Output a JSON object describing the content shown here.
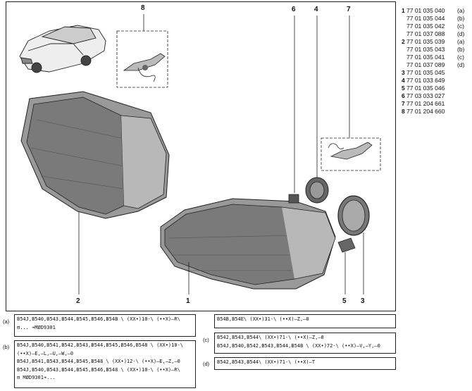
{
  "callouts": [
    "8",
    "6",
    "4",
    "7",
    "2",
    "1",
    "5",
    "3"
  ],
  "part_numbers": [
    {
      "index": "1",
      "number": "77 01 035 040",
      "variant": "(a)"
    },
    {
      "index": "",
      "number": "77 01 035 044",
      "variant": "(b)"
    },
    {
      "index": "",
      "number": "77 01 035 042",
      "variant": "(c)"
    },
    {
      "index": "",
      "number": "77 01 037 088",
      "variant": "(d)"
    },
    {
      "index": "2",
      "number": "77 01 035 039",
      "variant": "(a)"
    },
    {
      "index": "",
      "number": "77 01 035 043",
      "variant": "(b)"
    },
    {
      "index": "",
      "number": "77 01 035 041",
      "variant": "(c)"
    },
    {
      "index": "",
      "number": "77 01 037 089",
      "variant": "(d)"
    },
    {
      "index": "3",
      "number": "77 01 035 045",
      "variant": ""
    },
    {
      "index": "4",
      "number": "77 01 033 649",
      "variant": ""
    },
    {
      "index": "5",
      "number": "77 01 035 046",
      "variant": ""
    },
    {
      "index": "6",
      "number": "77 03 033 027",
      "variant": ""
    },
    {
      "index": "7",
      "number": "77 01 204 661",
      "variant": ""
    },
    {
      "index": "8",
      "number": "77 01 204 660",
      "variant": ""
    }
  ],
  "variants": {
    "a": {
      "tag": "(a)",
      "lines": [
        "B54J,B540,B543,B544,B545,B546,B54B \\ (XX•)10-\\ (••X)—R\\",
        "⊟... ➔MØD9301"
      ]
    },
    "b": {
      "tag": "(b)",
      "lines": [
        "B54J,B540,B541,B542,B543,B544,B545,B546,B548 \\ (XX•)10-\\",
        "(••X)—E,—L,—U,—W,—0",
        "B54J,B541,B543,B544,B545,B548 \\ (XX•)12-\\ (••X)—E,—Z,—0",
        "B54J,B540,B543,B544,B545,B546,B548 \\ (XX•)10-\\ (••X)—R\\",
        "⊟ MØD9301➔..."
      ]
    },
    "top_right": {
      "lines": [
        "B54B,B54E\\ (XX•)31-\\ (••X)—Z,—0"
      ]
    },
    "c": {
      "tag": "(c)",
      "lines": [
        "B542,B543,B544\\ (XX•)71-\\ (••X)—Z,—0",
        "B54J,B540,B542,B543,B544,B54B \\ (XX•)72-\\ (••X)—V,—Y,—0"
      ]
    },
    "d": {
      "tag": "(d)",
      "lines": [
        "B542,B543,B544\\ (XX•)71-\\ (••X)—T"
      ]
    }
  }
}
